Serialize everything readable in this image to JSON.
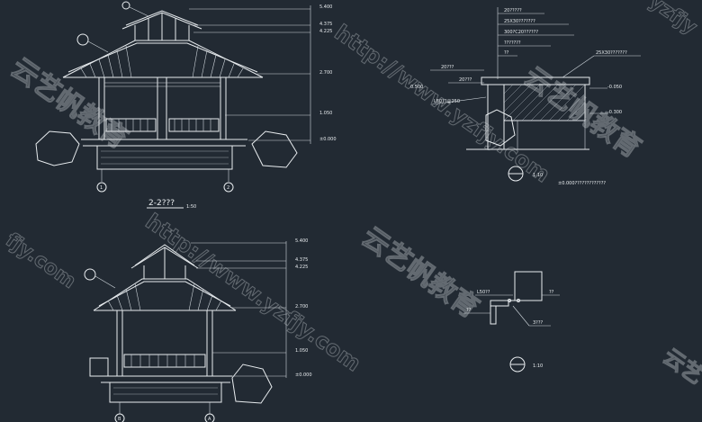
{
  "drawing": {
    "section_title": "2-2???",
    "section_scale": "1:50",
    "grid_axes_top": [
      "1",
      "2"
    ],
    "grid_axes_bottom": [
      "B",
      "A"
    ],
    "elev_top": [
      "5.400",
      "4.375",
      "4.225",
      "2.700",
      "1.050",
      "±0.000"
    ],
    "elev_bottom": [
      "5.400",
      "4.375",
      "4.225",
      "2.700",
      "1.050",
      "±0.000"
    ],
    "detail_1": {
      "notes": [
        "20?????",
        "25X30???????",
        "300?C20??????",
        "???????",
        "??"
      ],
      "label_right": "25X30???????",
      "label_20a": "20???",
      "label_20b": "20???",
      "label_l50": "L50??@250",
      "scale": "1:10",
      "zero_note": "±0.000?????????????",
      "elevs": [
        "0.500",
        "-0.050",
        "-0.300"
      ]
    },
    "detail_2": {
      "label_l50": "L50??",
      "label_left": "??",
      "label_right": "??",
      "label_3": "3???",
      "scale": "1:10"
    }
  },
  "watermarks": {
    "url": "http://www.yzfjy.com",
    "brand": "云艺帆教育",
    "side_top": "yzfjy",
    "side_left": "fjy.com",
    "side_right": "云艺"
  },
  "colors": {
    "background": "#222a33",
    "line": "#e8ecef"
  }
}
